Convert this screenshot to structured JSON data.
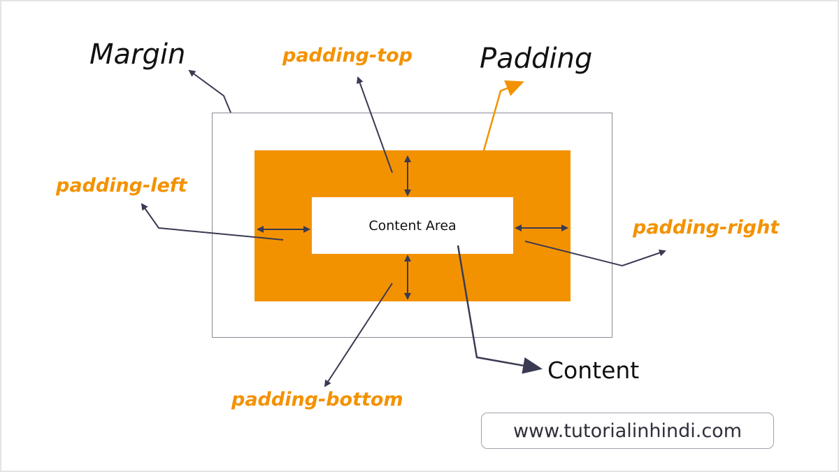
{
  "labels": {
    "margin": "Margin",
    "padding": "Padding",
    "padding_top": "padding-top",
    "padding_left": "padding-left",
    "padding_right": "padding-right",
    "padding_bottom": "padding-bottom",
    "content": "Content",
    "content_area": "Content Area"
  },
  "watermark": {
    "url": "www.tutorialinhindi.com"
  },
  "colors": {
    "padding": "#f39200",
    "arrow": "#3a3a52",
    "margin_border": "#8a8a96",
    "content_bg": "#ffffff"
  }
}
